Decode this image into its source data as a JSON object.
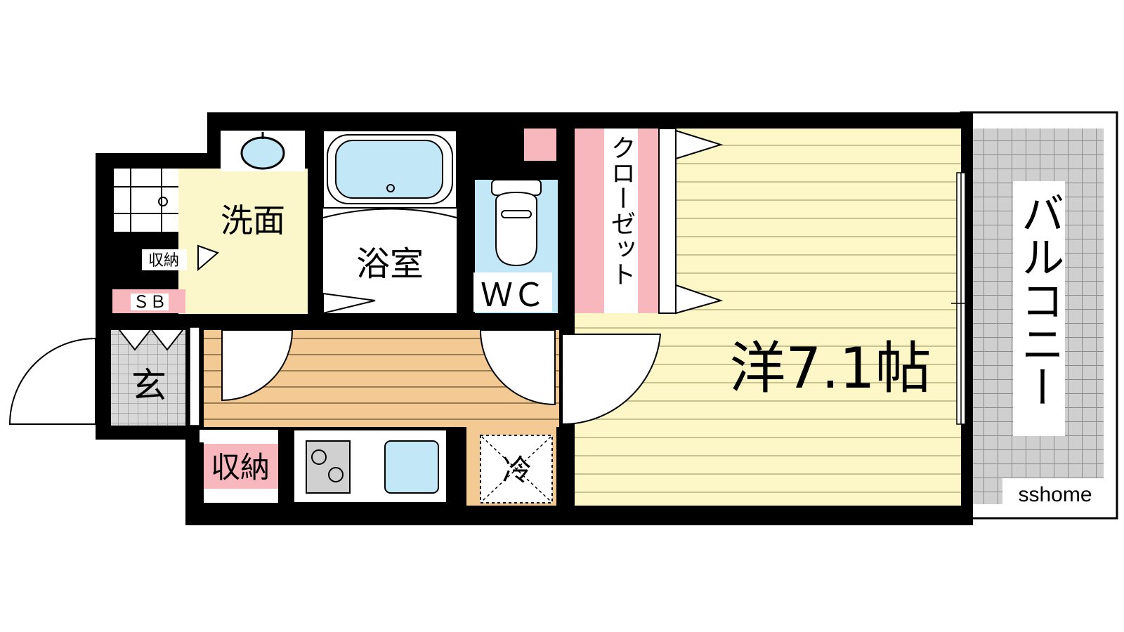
{
  "floorplan": {
    "rooms": {
      "washroom": "洗面",
      "bathroom": "浴室",
      "toilet": "ＷＣ",
      "closet": "クローゼット",
      "western_room": "洋7.1帖",
      "balcony": "バルコニー",
      "entrance": "玄",
      "storage_small": "収納",
      "shoe_box": "ＳＢ",
      "storage": "収納",
      "fridge": "冷"
    },
    "watermark": "sshome",
    "colors": {
      "wall": "#000000",
      "room_floor": "#fdf7c7",
      "room_stripe": "#c9c28e",
      "corridor_floor": "#f3ca93",
      "corridor_stripe": "#9a7c55",
      "washroom_floor": "#fbf7cb",
      "water_fixture": "#c2e8f7",
      "storage_pink": "#f7b7bd",
      "balcony_grid": "#9a9a9a",
      "balcony_bg": "#cfcfcf"
    }
  }
}
